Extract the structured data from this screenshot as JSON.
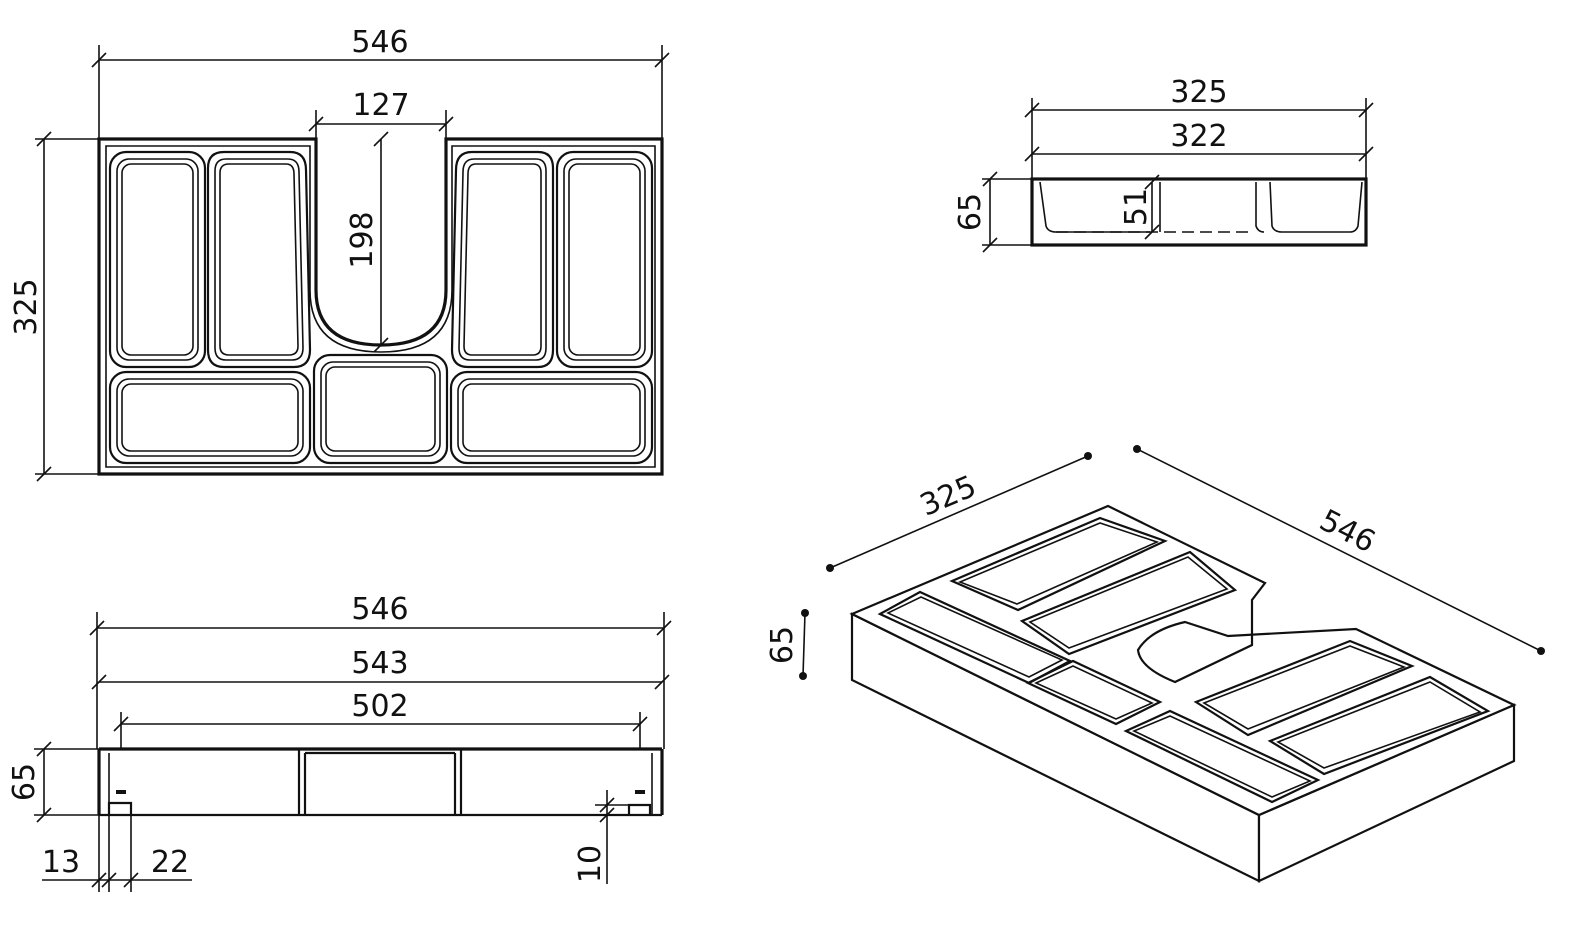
{
  "top_view": {
    "width": "546",
    "depth": "325",
    "notch_width": "127",
    "notch_depth": "198"
  },
  "side_view": {
    "overall_width": "325",
    "inner_width": "322",
    "height": "65",
    "inner_height": "51"
  },
  "front_view": {
    "overall_width": "546",
    "width_543": "543",
    "width_502": "502",
    "height": "65",
    "left_offset": "13",
    "slot_width": "22",
    "slot_height": "10"
  },
  "iso_view": {
    "depth": "325",
    "width": "546",
    "height": "65"
  }
}
